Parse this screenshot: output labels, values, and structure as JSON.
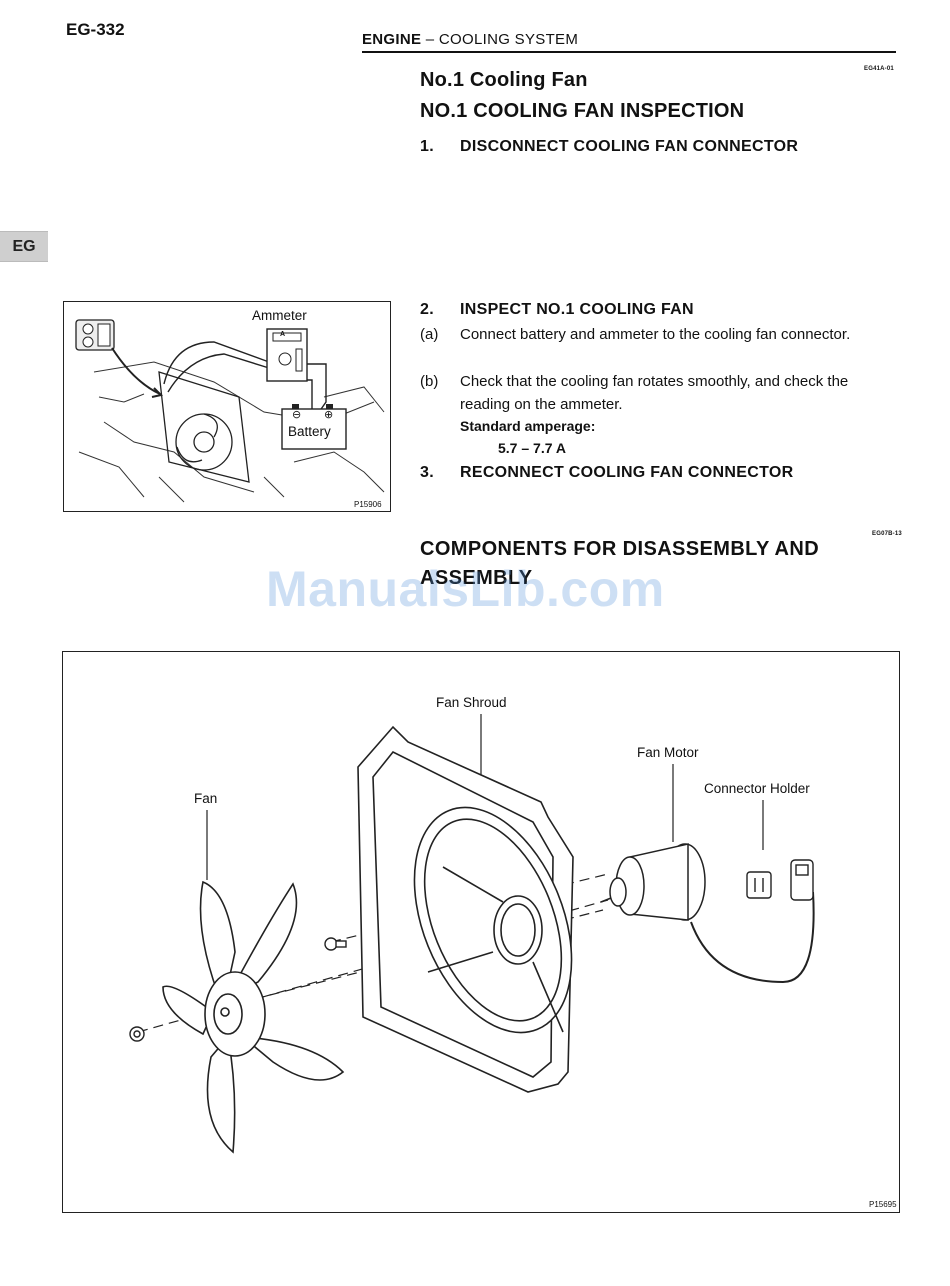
{
  "page_number": "EG-332",
  "header": {
    "section": "ENGINE",
    "dash": "–",
    "subsection": "COOLING SYSTEM"
  },
  "side_tab": "EG",
  "section1": {
    "code": "EG41A-01",
    "title": "No.1 Cooling Fan",
    "heading": "NO.1 COOLING FAN INSPECTION",
    "step1": {
      "num": "1.",
      "text": "DISCONNECT COOLING FAN CONNECTOR"
    },
    "step2": {
      "num": "2.",
      "text": "INSPECT NO.1 COOLING FAN"
    },
    "sub_a": {
      "label": "(a)",
      "text": "Connect battery and ammeter to the cooling fan connector."
    },
    "sub_b": {
      "label": "(b)",
      "text": "Check that the cooling fan rotates smoothly, and check the reading on the ammeter."
    },
    "spec_label": "Standard amperage:",
    "spec_value": "5.7 – 7.7 A",
    "step3": {
      "num": "3.",
      "text": "RECONNECT COOLING FAN CONNECTOR"
    }
  },
  "figure1": {
    "ammeter_label": "Ammeter",
    "ammeter_face": "A",
    "battery_label": "Battery",
    "minus_symbol": "⊖",
    "plus_symbol": "⊕",
    "ref": "P15906"
  },
  "section2": {
    "code": "EG07B-13",
    "heading": "COMPONENTS FOR DISASSEMBLY AND ASSEMBLY"
  },
  "watermark": "ManualsLib.com",
  "figure2": {
    "callouts": {
      "fan_shroud": "Fan Shroud",
      "fan_motor": "Fan Motor",
      "connector_holder": "Connector Holder",
      "fan": "Fan"
    },
    "ref": "P15695"
  }
}
